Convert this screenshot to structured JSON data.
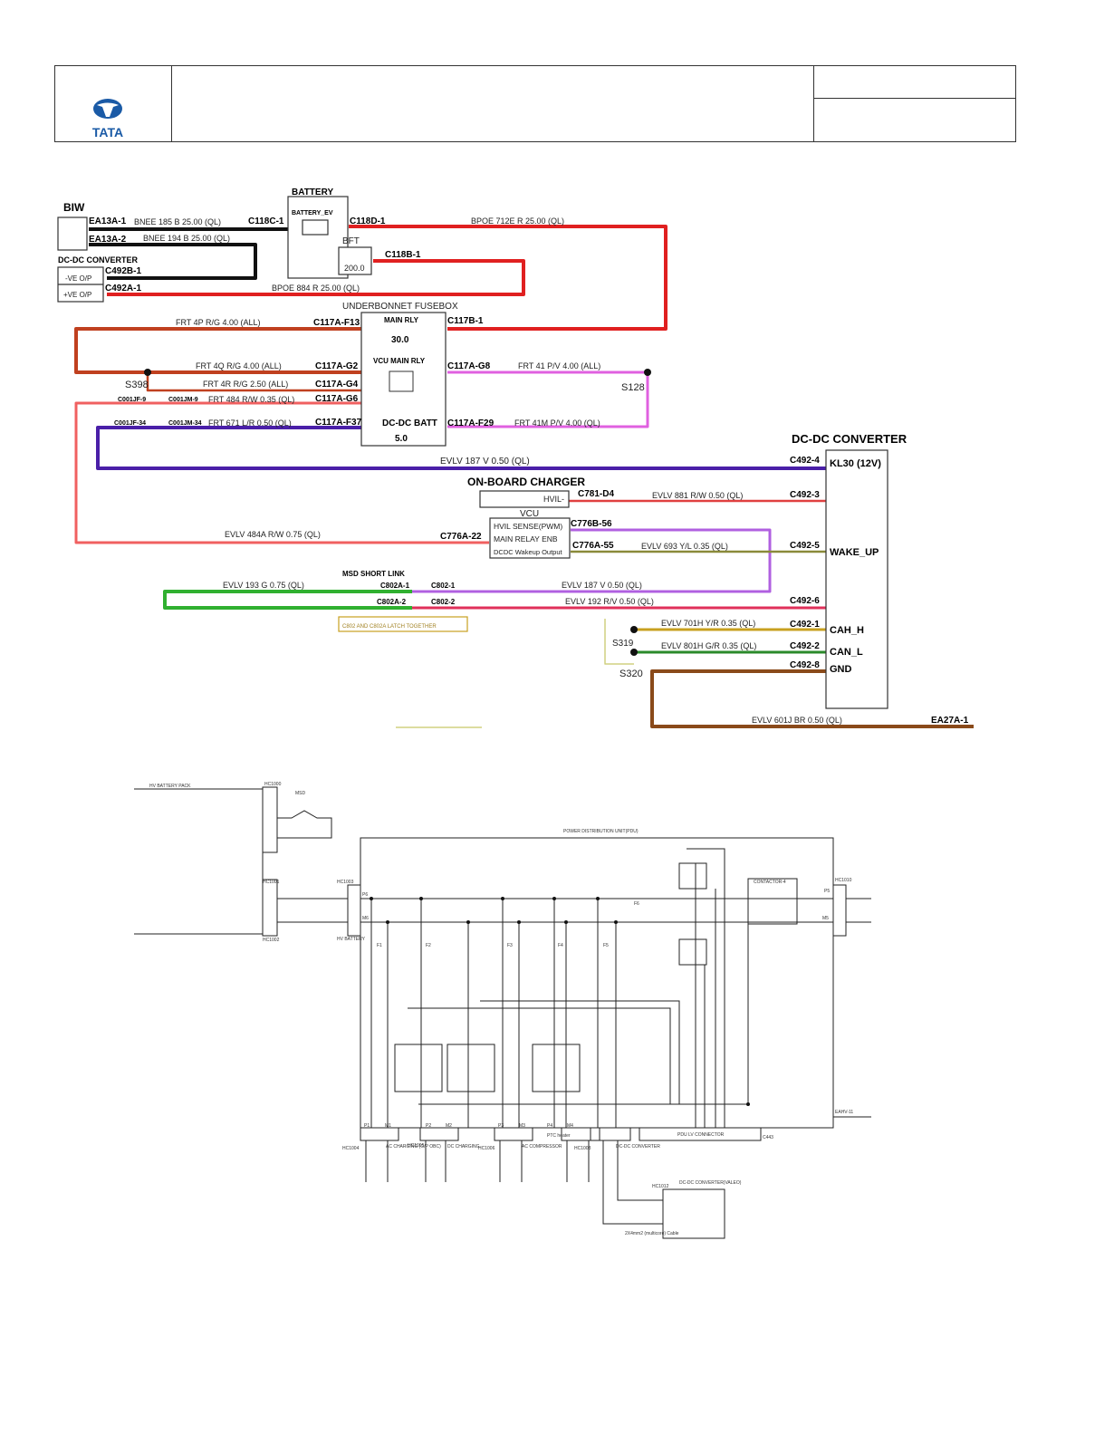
{
  "header": {
    "logo_text": "TATA",
    "brand_color": "#1a5aa6"
  },
  "wiring": {
    "biw": "BIW",
    "ea13a1": "EA13A-1",
    "ea13a2": "EA13A-2",
    "w185": "BNEE  185  B  25.00  (QL)",
    "w194": "BNEE  194  B  25.00  (QL)",
    "c118c1": "C118C-1",
    "battery": "BATTERY",
    "battery_ev": "BATTERY_EV",
    "c118d1": "C118D-1",
    "w712e": "BPOE  712E  R  25.00  (QL)",
    "bft": "BFT",
    "bft_val": "200.0",
    "c118b1": "C118B-1",
    "dcdc_small": "DC-DC CONVERTER",
    "ve_neg": "-VE O/P",
    "ve_pos": "+VE O/P",
    "c492b1": "C492B-1",
    "c492a1": "C492A-1",
    "w884": "BPOE  884  R  25.00  (QL)",
    "fusebox": "UNDERBONNET FUSEBOX",
    "main_rly": "MAIN RLY",
    "main_rly_val": "30.0",
    "c117af13": "C117A-F13",
    "c117b1": "C117B-1",
    "w4p": "FRT  4P  R/G  4.00  (ALL)",
    "vcu_main_rly": "VCU MAIN RLY",
    "w4q": "FRT  4Q  R/G  4.00  (ALL)",
    "c117ag2": "C117A-G2",
    "c117ag8": "C117A-G8",
    "w41": "FRT  41  P/V  4.00  (ALL)",
    "s398": "S398",
    "s128": "S128",
    "w4r": "FRT  4R  R/G  2.50  (ALL)",
    "c117ag4": "C117A-G4",
    "c001jf9": "C001JF-9",
    "c001jm9": "C001JM-9",
    "w484": "FRT  484  R/W  0.35  (QL)",
    "c117ag6": "C117A-G6",
    "c001jf34": "C001JF-34",
    "c001jm34": "C001JM-34",
    "w671": "FRT  671  L/R  0.50  (QL)",
    "c117af37": "C117A-F37",
    "dcdc_batt": "DC-DC BATT",
    "dcdc_batt_val": "5.0",
    "c117af29": "C117A-F29",
    "w41m": "FRT  41M  P/V  4.00  (QL)",
    "dcdc_big": "DC-DC CONVERTER",
    "w187a": "EVLV  187  V  0.50  (QL)",
    "c4924": "C492-4",
    "kl30": "KL30 (12V)",
    "obc": "ON-BOARD CHARGER",
    "hvil": "HVIL-",
    "c781d4": "C781-D4",
    "w881": "EVLV  881  R/W  0.50  (QL)",
    "c4923": "C492-3",
    "vcu": "VCU",
    "hvil_sense": "HVIL SENSE(PWM)",
    "main_relay_enb": "MAIN RELAY ENB",
    "dcdc_wakeup": "DCDC Wakeup Output",
    "c776b56": "C776B-56",
    "c776a22": "C776A-22",
    "c776a55": "C776A-55",
    "w484a": "EVLV  484A  R/W  0.75  (QL)",
    "w693": "EVLV  693  Y/L  0.35  (QL)",
    "c4925": "C492-5",
    "wake_up": "WAKE_UP",
    "msd_short": "MSD SHORT LINK",
    "w193": "EVLV  193  G  0.75  (QL)",
    "c802a1": "C802A-1",
    "c8021": "C802-1",
    "w187b": "EVLV  187  V  0.50  (QL)",
    "c802a2": "C802A-2",
    "c8022": "C802-2",
    "w192": "EVLV  192  R/V  0.50  (QL)",
    "c4926": "C492-6",
    "latch_note": "C802 AND C802A LATCH TOGETHER",
    "w701h": "EVLV  701H  Y/R  0.35  (QL)",
    "c4921": "C492-1",
    "cah": "CAH_H",
    "s319": "S319",
    "w801h": "EVLV  801H  G/R  0.35  (QL)",
    "c4922": "C492-2",
    "can_l": "CAN_L",
    "s320": "S320",
    "c4928": "C492-8",
    "gnd": "GND",
    "w601j": "EVLV  601J  BR  0.50  (QL)",
    "ea27a1": "EA27A-1"
  },
  "pdu": {
    "hv_pack": "HV BATTERY PACK",
    "hc1000": "HC1000",
    "msd": "MSD",
    "hc1001": "HC1001",
    "hc1002": "HC1002",
    "hc1003": "HC1003",
    "pdu_title": "POWER DISTRIBUTION UNIT(PDU)",
    "p6": "P6",
    "m6": "M6",
    "p5": "P5",
    "m5": "M5",
    "hv_battery": "HV BATTERY",
    "contactor4": "CONTACTOR-4",
    "hc1010": "HC1010",
    "eahv11": "EAHV-11",
    "f1": "F1",
    "f2": "F2",
    "f3": "F3",
    "f4": "F4",
    "f5": "F5",
    "f6": "F6",
    "p1": "P1",
    "m1": "M1",
    "p2": "P2",
    "m2": "M2",
    "p3": "P3",
    "m3": "M3",
    "p4": "P4",
    "m4": "M4",
    "hc1004": "HC1004",
    "hc1005": "HC1005",
    "hc1006": "HC1006",
    "hc1008": "HC1008",
    "ac_charging": "AC CHARGING (O/P OBC)",
    "dc_charging": "DC CHARGING",
    "ac_compressor": "AC COMPRESSOR",
    "ptc": "PTC heater",
    "dcdc_conv": "DC-DC CONVERTER",
    "pdu_lv": "PDU LV CONNECTOR",
    "c443": "C443",
    "hc1012": "HC1012",
    "dcdc_valeo": "DC-DC CONVERTER(VALEO)",
    "cable": "2X4mm2 (multicore) Cable"
  }
}
